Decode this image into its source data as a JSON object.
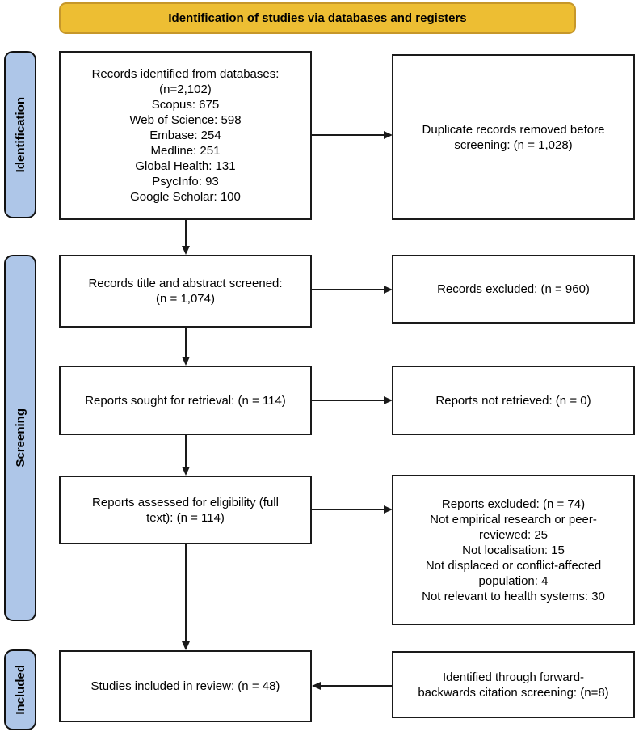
{
  "header": {
    "title": "Identification of studies via databases and registers"
  },
  "stages": {
    "identification": "Identification",
    "screening": "Screening",
    "included": "Included"
  },
  "boxes": {
    "records_identified": [
      "Records identified from databases:",
      "(n=2,102)",
      "Scopus: 675",
      "Web of Science: 598",
      "Embase: 254",
      "Medline: 251",
      "Global Health: 131",
      "PsycInfo: 93",
      "Google Scholar: 100"
    ],
    "duplicates_removed": [
      "Duplicate records removed before",
      "screening: (n = 1,028)"
    ],
    "title_abstract_screened": [
      "Records title and abstract screened:",
      "(n = 1,074)"
    ],
    "records_excluded": [
      "Records excluded: (n = 960)"
    ],
    "reports_sought": [
      "Reports sought for retrieval: (n = 114)"
    ],
    "reports_not_retrieved": [
      "Reports not retrieved: (n = 0)"
    ],
    "reports_assessed": [
      "Reports assessed for eligibility (full",
      "text): (n = 114)"
    ],
    "reports_excluded": [
      "Reports excluded: (n = 74)",
      "Not empirical research or peer-",
      "reviewed: 25",
      "Not localisation: 15",
      "Not displaced or conflict-affected",
      "population: 4",
      "Not relevant to health systems: 30"
    ],
    "studies_included": [
      "Studies included in review: (n = 48)"
    ],
    "citation_screening": [
      "Identified through forward-",
      "backwards citation screening: (n=8)"
    ]
  },
  "colors": {
    "banner_fill": "#EDBE33",
    "banner_border": "#C6972A",
    "stage_fill": "#AEC6E8",
    "box_border": "#1A1A1A"
  }
}
